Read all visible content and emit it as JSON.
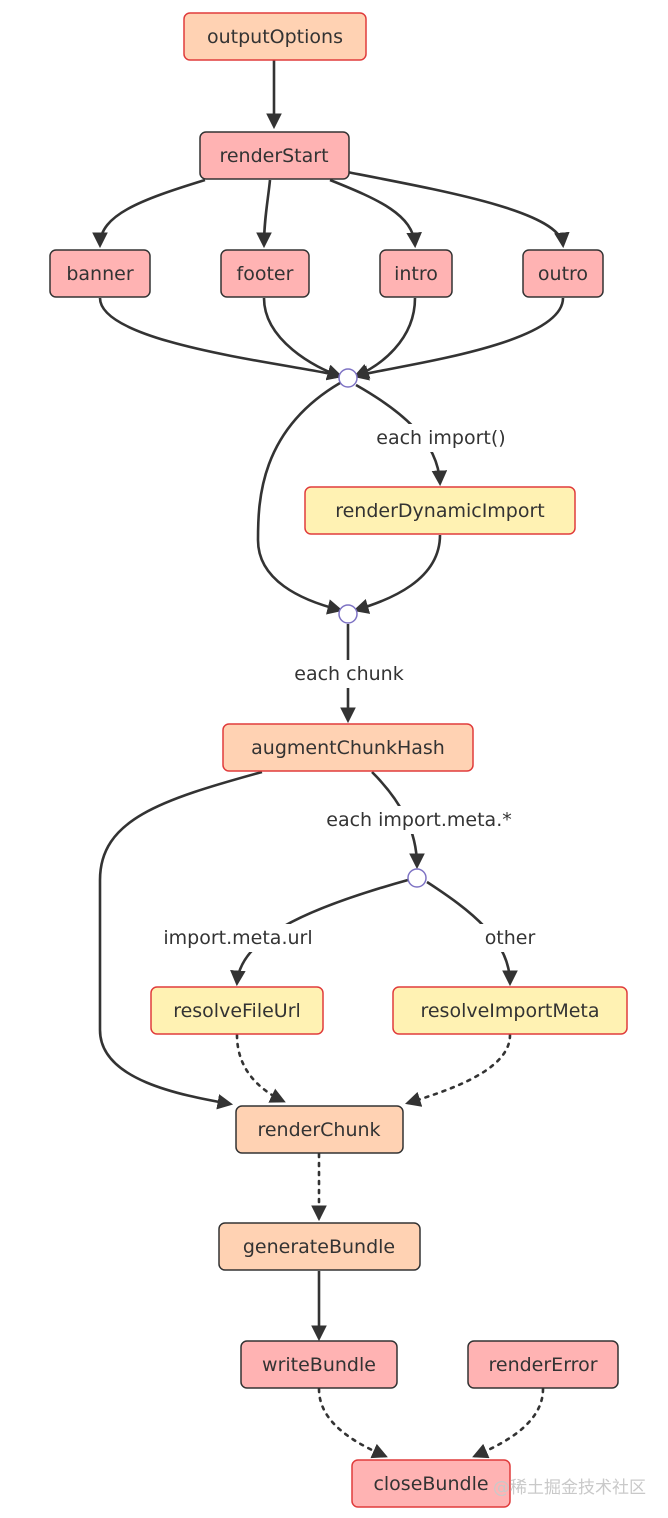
{
  "colors": {
    "hook_async_sequential": "#ffb3b3",
    "hook_sync_sequential": "#ffd2b3",
    "hook_parallel": "#fff2b3",
    "node_border": "#e03c3c",
    "edge": "#333333",
    "junction_border": "#7e73c4"
  },
  "nodes": {
    "outputOptions": "outputOptions",
    "renderStart": "renderStart",
    "banner": "banner",
    "footer": "footer",
    "intro": "intro",
    "outro": "outro",
    "renderDynamicImport": "renderDynamicImport",
    "augmentChunkHash": "augmentChunkHash",
    "resolveFileUrl": "resolveFileUrl",
    "resolveImportMeta": "resolveImportMeta",
    "renderChunk": "renderChunk",
    "generateBundle": "generateBundle",
    "writeBundle": "writeBundle",
    "renderError": "renderError",
    "closeBundle": "closeBundle"
  },
  "edge_labels": {
    "each_import": "each import()",
    "each_chunk": "each chunk",
    "each_import_meta": "each import.meta.*",
    "import_meta_url": "import.meta.url",
    "other": "other"
  },
  "watermark": "@稀土掘金技术社区"
}
